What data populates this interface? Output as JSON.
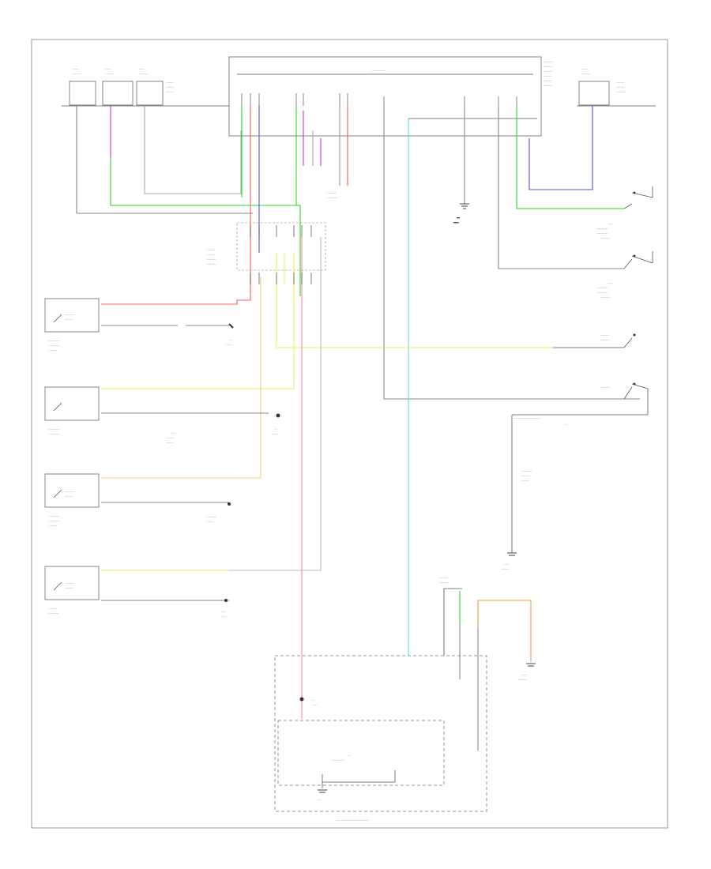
{
  "diagram": {
    "footer_code": "",
    "colors": {
      "red": "#ff5a5a",
      "pink": "#ff80b0",
      "green": "#22dd22",
      "blue": "#5050e0",
      "yellow": "#eeee55",
      "cyan": "#60e0e0",
      "orange": "#e8a040",
      "violet": "#cc33cc",
      "gray": "#888888"
    },
    "components": [
      "upper-fuse-box-1",
      "upper-fuse-box-2",
      "upper-fuse-box-3",
      "main-junction-box",
      "junction-box-right",
      "right-fuse-box",
      "left-front-door-lock-assembly",
      "rear-left-door-lock-assembly",
      "right-front-door-lock-assembly",
      "back-door-lock-assembly",
      "joint-connector",
      "junction-connector-top",
      "junction-connector-bottom",
      "left-front-door-switch",
      "right-front-door-switch",
      "rear-door-switch",
      "backdoor-switch",
      "combination-meter-assembly",
      "cpu-controller"
    ]
  }
}
